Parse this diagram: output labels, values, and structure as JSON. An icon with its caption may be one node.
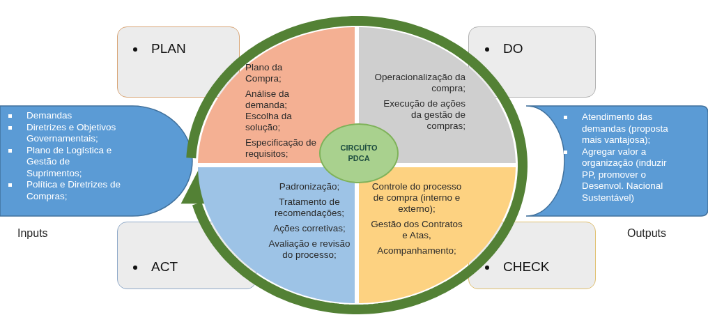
{
  "diagram": {
    "nodes": [
      {
        "text": [
          "PLAN"
        ]
      },
      {
        "text": [
          "DO"
        ]
      },
      {
        "text": [
          "ACT"
        ]
      },
      {
        "text": [
          "CHECK"
        ]
      },
      {
        "text": [
          "Demandas",
          "Diretrizes e Objetivos Governamentais;",
          "Plano de Logística e Gestão de Suprimentos;",
          "Política e Diretrizes de Compras;"
        ],
        "beside": [
          "Inputs"
        ]
      },
      {
        "text": [
          "Atendimento das demandas (proposta mais vantajosa);",
          "Agregar valor a organização (induzir PP, promover o Desenvol. Nacional Sustentável)"
        ],
        "beside": [
          "Outputs"
        ]
      },
      {
        "text": [
          "Plano da Compra;",
          "Análise da demanda; Escolha da solução;",
          "Especificação de requisitos;"
        ]
      },
      {
        "text": [
          "Operacionalização da compra;",
          "Execução de ações da gestão de compras;"
        ]
      },
      {
        "text": [
          "Padronização;",
          "Tratamento de recomendações;",
          "Ações corretivas;",
          "Avaliação e revisão do processo;"
        ]
      },
      {
        "text": [
          "Controle do processo de compra (interno e externo);",
          "Gestão dos Contratos e Atas,",
          "Acompanhamento;"
        ]
      },
      {
        "text": [
          "CIRCUÍTO PDCA"
        ]
      }
    ],
    "edges": []
  }
}
